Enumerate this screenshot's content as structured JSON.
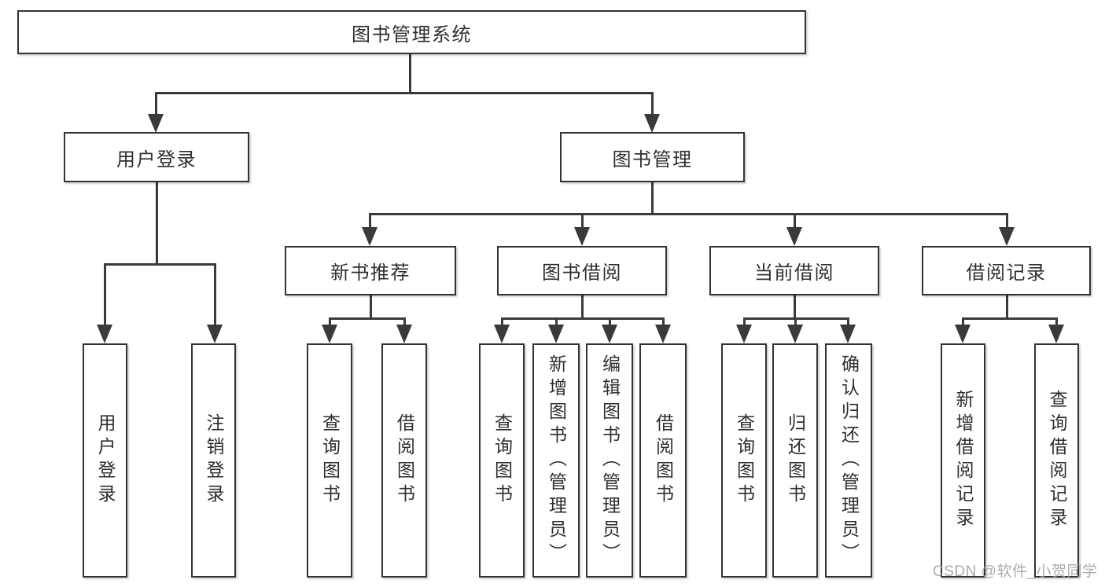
{
  "colors": {
    "line": "#3a3a3a",
    "box_border": "#333333",
    "text": "#2f2f2f",
    "watermark": "#a3a3a3",
    "background": "#ffffff"
  },
  "watermark": {
    "text": "CSDN @软件_小贺同学"
  },
  "nodes": {
    "root": {
      "label": "图书管理系统"
    },
    "user": {
      "label": "用户登录",
      "children": [
        {
          "label": "用户登录"
        },
        {
          "label": "注销登录"
        }
      ]
    },
    "mgmt": {
      "label": "图书管理",
      "children": [
        {
          "label": "新书推荐",
          "children": [
            {
              "label": "查询图书"
            },
            {
              "label": "借阅图书"
            }
          ]
        },
        {
          "label": "图书借阅",
          "children": [
            {
              "label": "查询图书"
            },
            {
              "label": "新增图书（管理员）"
            },
            {
              "label": "编辑图书（管理员）"
            },
            {
              "label": "借阅图书"
            }
          ]
        },
        {
          "label": "当前借阅",
          "children": [
            {
              "label": "查询图书"
            },
            {
              "label": "归还图书"
            },
            {
              "label": "确认归还（管理员）"
            }
          ]
        },
        {
          "label": "借阅记录",
          "children": [
            {
              "label": "新增借阅记录"
            },
            {
              "label": "查询借阅记录"
            }
          ]
        }
      ]
    }
  }
}
